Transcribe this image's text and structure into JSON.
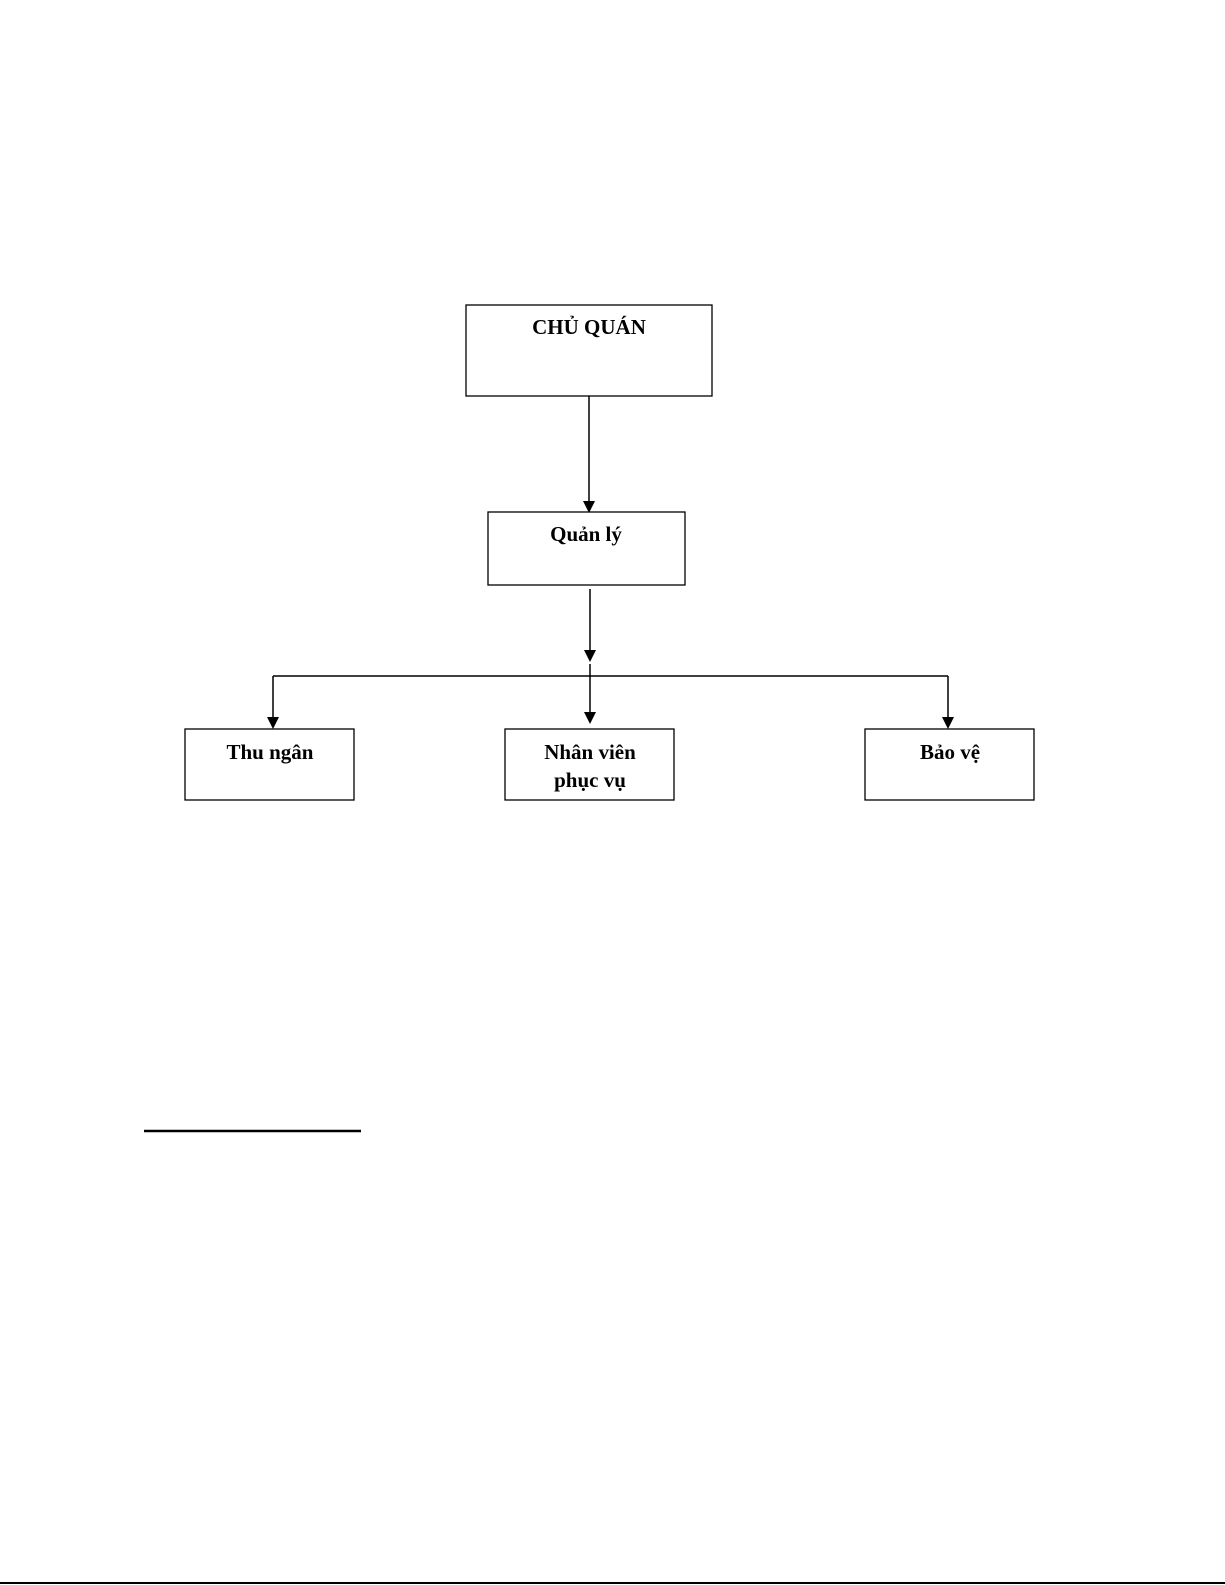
{
  "org_chart": {
    "root": {
      "label": "CHỦ QUÁN"
    },
    "manager": {
      "label": "Quản lý"
    },
    "staff": [
      {
        "lines": [
          "Thu ngân"
        ]
      },
      {
        "lines": [
          "Nhân viên",
          "phục vụ"
        ]
      },
      {
        "lines": [
          "Bảo vệ"
        ]
      }
    ]
  }
}
